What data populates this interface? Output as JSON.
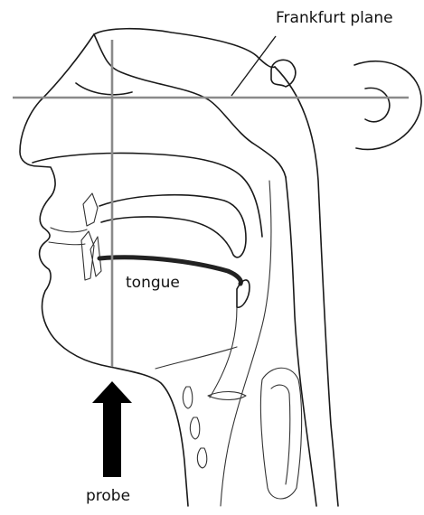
{
  "labels": {
    "frankfurt_plane": "Frankfurt plane",
    "tongue": "tongue",
    "probe": "probe"
  },
  "colors": {
    "outline": "#1a1a1a",
    "guide_lines": "#8a8a8a",
    "tongue_surface": "#222222",
    "probe_arrow": "#000000"
  }
}
